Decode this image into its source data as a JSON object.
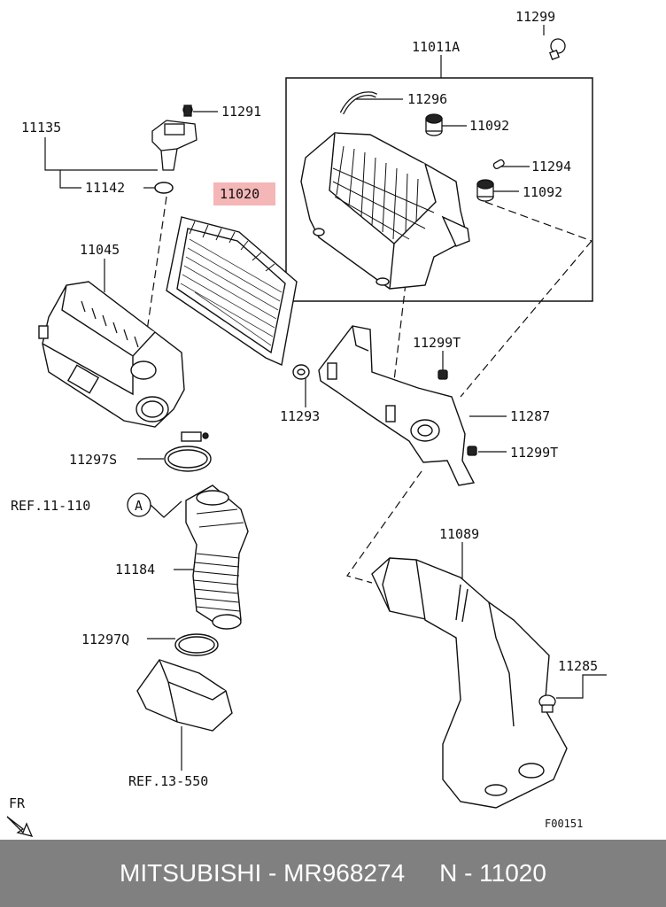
{
  "labels": {
    "p11299": "11299",
    "p11011A": "11011A",
    "p11296": "11296",
    "p11092a": "11092",
    "p11294": "11294",
    "p11092b": "11092",
    "p11291": "11291",
    "p11135": "11135",
    "p11142": "11142",
    "p11020": "11020",
    "p11045": "11045",
    "p11299T_a": "11299T",
    "p11293": "11293",
    "p11287": "11287",
    "p11299T_b": "11299T",
    "p11297S": "11297S",
    "ref11110": "REF.11-110",
    "circleA": "A",
    "p11089": "11089",
    "p11184": "11184",
    "p11297Q": "11297Q",
    "p11285": "11285",
    "ref13550": "REF.13-550",
    "fr": "FR",
    "figcode": "F00151"
  },
  "highlight_color": "#f4b6b6",
  "footer": {
    "brand": "MITSUBISHI",
    "sep1": " - ",
    "part": "MR968274",
    "gap": "     ",
    "n": "N - 11020"
  }
}
